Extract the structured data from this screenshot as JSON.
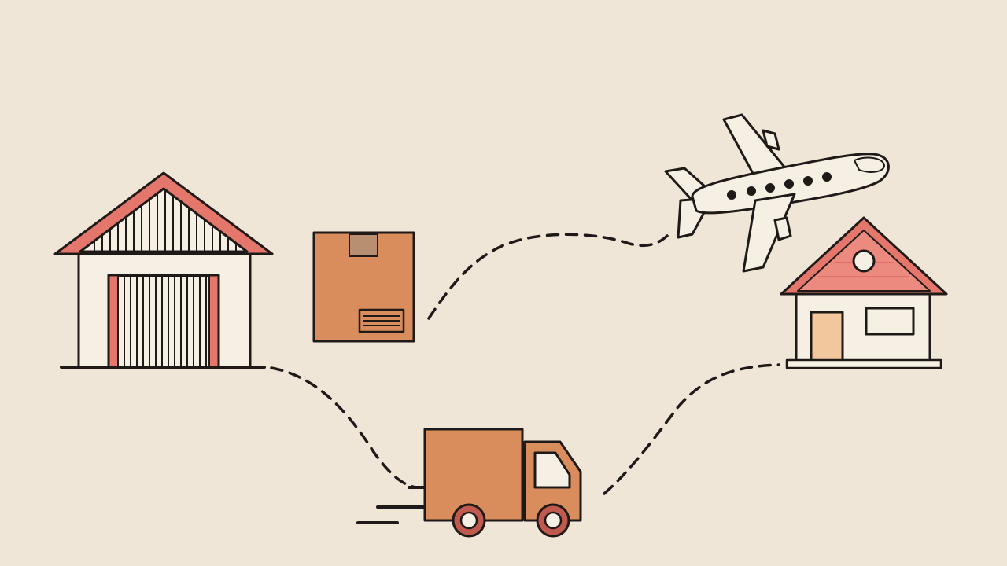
{
  "illustration": {
    "stages": [
      {
        "name": "warehouse",
        "icon": "warehouse-icon"
      },
      {
        "name": "package",
        "icon": "box-icon"
      },
      {
        "name": "truck",
        "icon": "truck-icon"
      },
      {
        "name": "airplane",
        "icon": "airplane-icon"
      },
      {
        "name": "home",
        "icon": "house-icon"
      }
    ],
    "routes": [
      {
        "from": "warehouse",
        "to": "truck",
        "style": "dashed"
      },
      {
        "from": "truck",
        "to": "home",
        "style": "dashed"
      },
      {
        "from": "package",
        "to": "airplane",
        "style": "dashed"
      }
    ]
  },
  "colors": {
    "background": "#efe6d8",
    "outline": "#1f1a17",
    "roof": "#e5766c",
    "cardboard": "#d98d5c",
    "door_panel": "#f6efe4",
    "house_door": "#f2c79d",
    "tape": "#b88f70"
  }
}
